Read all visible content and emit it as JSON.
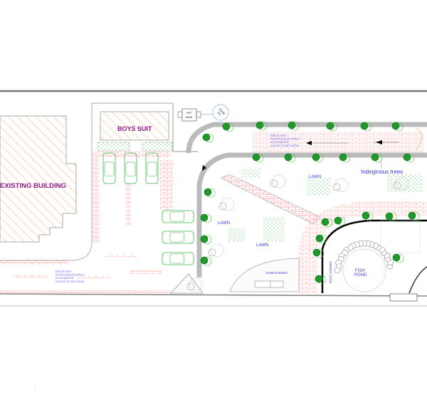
{
  "plan": {
    "existing_building": "EXISTING BUILDING",
    "boys_suit": "BOYS SUIT",
    "septic_tank": [
      "SPT",
      "TANK"
    ],
    "soak_pit": [
      "SOAK",
      "PIT"
    ],
    "driveway_note": [
      "DRIVE WAY",
      "Kerbed paved surface",
      "uncompacted",
      "murram to SE's detail"
    ],
    "lawns": [
      "LAWN",
      "LAWN",
      "LAWN"
    ],
    "indigenous_trees": "Indeginous trees",
    "sand_garden": "SAND GARDEN",
    "rock_garden": "ROCK GARDEN",
    "fish_pond": [
      "FISH",
      "POND"
    ]
  },
  "colors": {
    "hatch": "#f4b98a",
    "paving": "#f06a6a",
    "tree": "#1f9a2a",
    "label": "#8b1a8b",
    "note": "#3a3ae0"
  }
}
